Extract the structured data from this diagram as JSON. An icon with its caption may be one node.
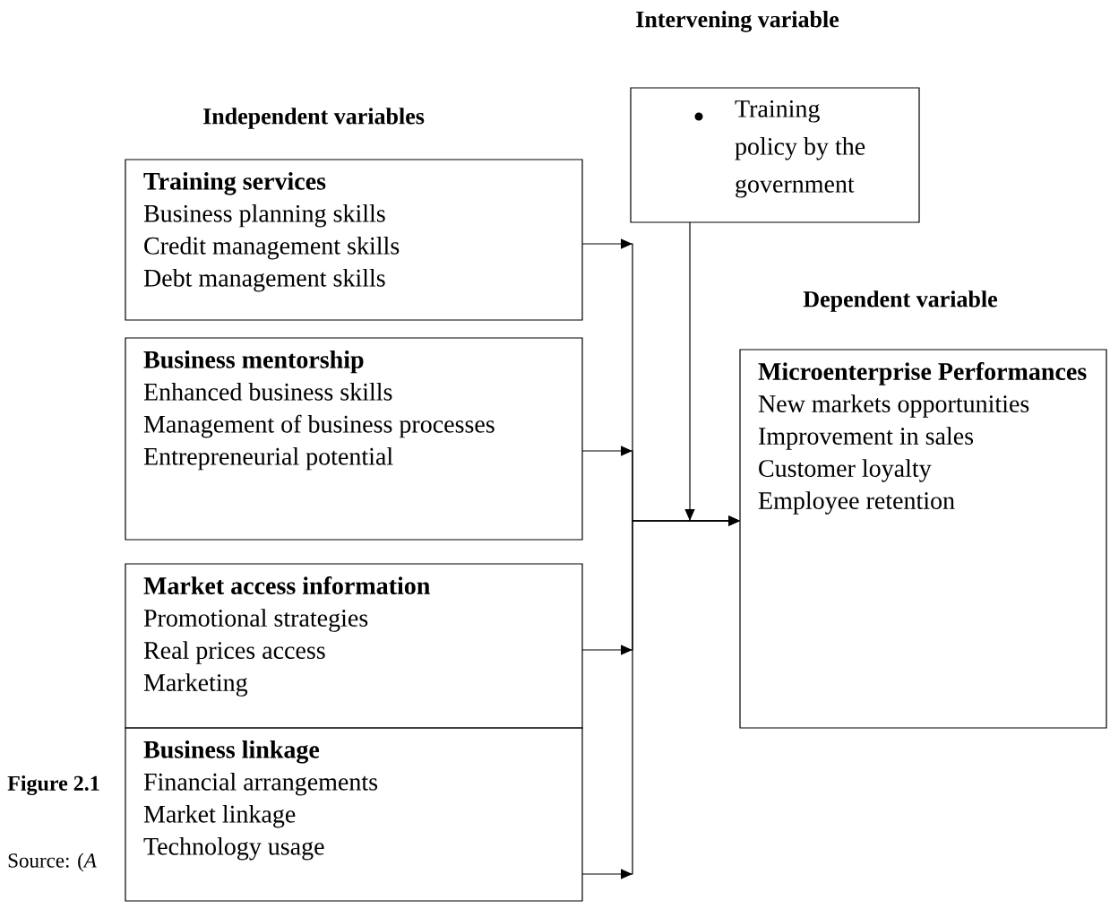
{
  "diagram": {
    "nodes": [
      {
        "text": [
          "Training services",
          "Business planning skills",
          "Credit management skills",
          "Debt management skills"
        ]
      },
      {
        "text": [
          "Business mentorship",
          "Enhanced business skills",
          "Management of business processes",
          "Entrepreneurial potential"
        ]
      },
      {
        "text": [
          "Market access information",
          "Promotional strategies",
          "Real prices access",
          "Marketing"
        ]
      },
      {
        "text": [
          "Business linkage",
          "Financial arrangements",
          "Market linkage",
          "Technology usage"
        ]
      },
      {
        "text": [
          "Training policy by the government"
        ]
      },
      {
        "text": [
          "Microenterprise Performances",
          "New markets opportunities",
          "Improvement in sales",
          "Customer loyalty",
          "Employee retention"
        ]
      }
    ],
    "edges": [
      {
        "from": 0,
        "to": 5,
        "arrow": "to"
      },
      {
        "from": 1,
        "to": 5,
        "arrow": "to"
      },
      {
        "from": 2,
        "to": 5,
        "arrow": "to"
      },
      {
        "from": 3,
        "to": 5,
        "arrow": "to"
      },
      {
        "from": 4,
        "to": 5,
        "arrow": "to"
      }
    ],
    "labels": [
      "Intervening variable",
      "Independent variables",
      "Dependent variable",
      "Figure 2.1",
      "Source: (*A*"
    ]
  }
}
